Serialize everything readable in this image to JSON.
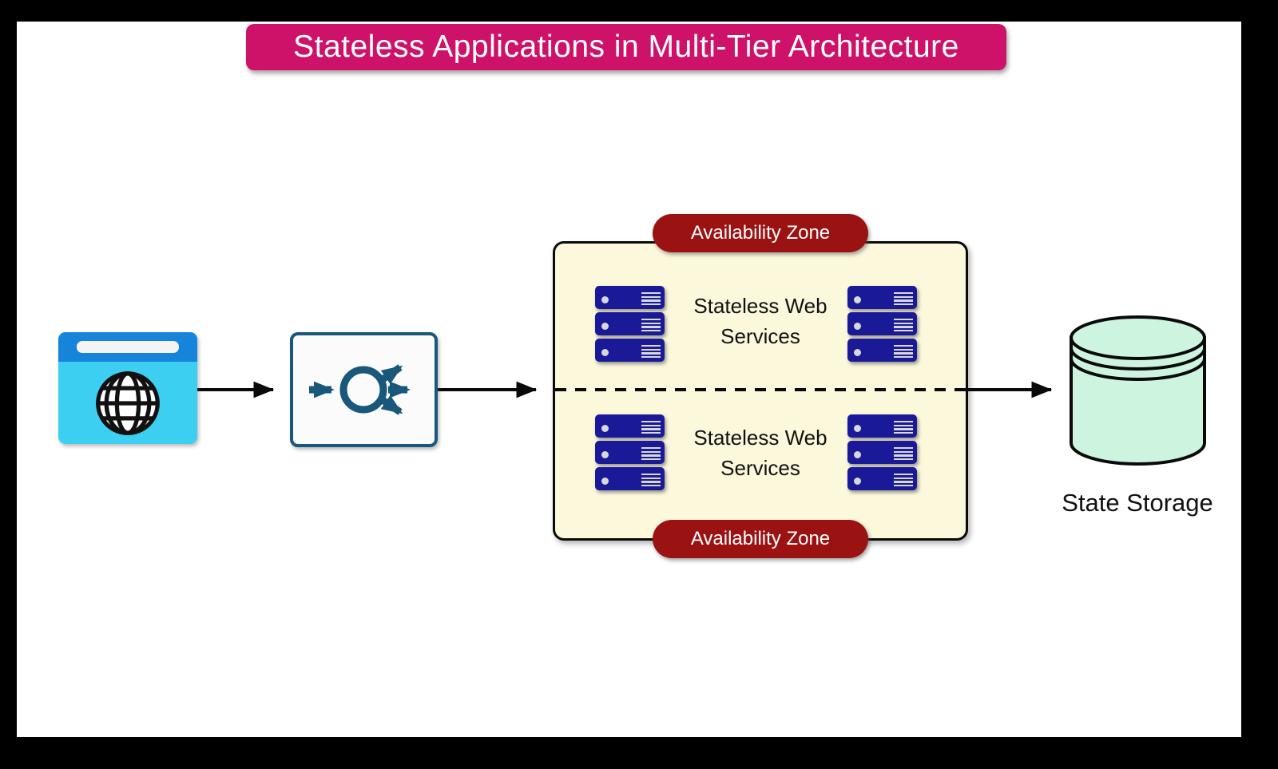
{
  "title_banner": {
    "text": "Stateless Applications in Multi-Tier Architecture"
  },
  "availability_zone": {
    "top_badge_label": "Availability Zone",
    "bottom_badge_label": "Availability Zone",
    "top_tier_label": "Stateless Web Services",
    "bottom_tier_label": "Stateless Web Services"
  },
  "state_storage": {
    "label": "State Storage"
  },
  "icons": {
    "browser": "browser-icon",
    "globe": "globe-icon",
    "load_balancer": "load-balancer-icon",
    "server_stack": "server-stack-icon",
    "database_cylinder": "database-icon"
  },
  "colors": {
    "banner_bg": "#CE1269",
    "badge_bg": "#9B1212",
    "zone_bg": "#FBF8DC",
    "server_navy": "#1A1A99",
    "database_mint": "#CDF4DE",
    "browser_top_bar": "#1784DC",
    "browser_body": "#3DCFF2",
    "load_balancer_stroke": "#19587A",
    "frame": "#000000"
  }
}
